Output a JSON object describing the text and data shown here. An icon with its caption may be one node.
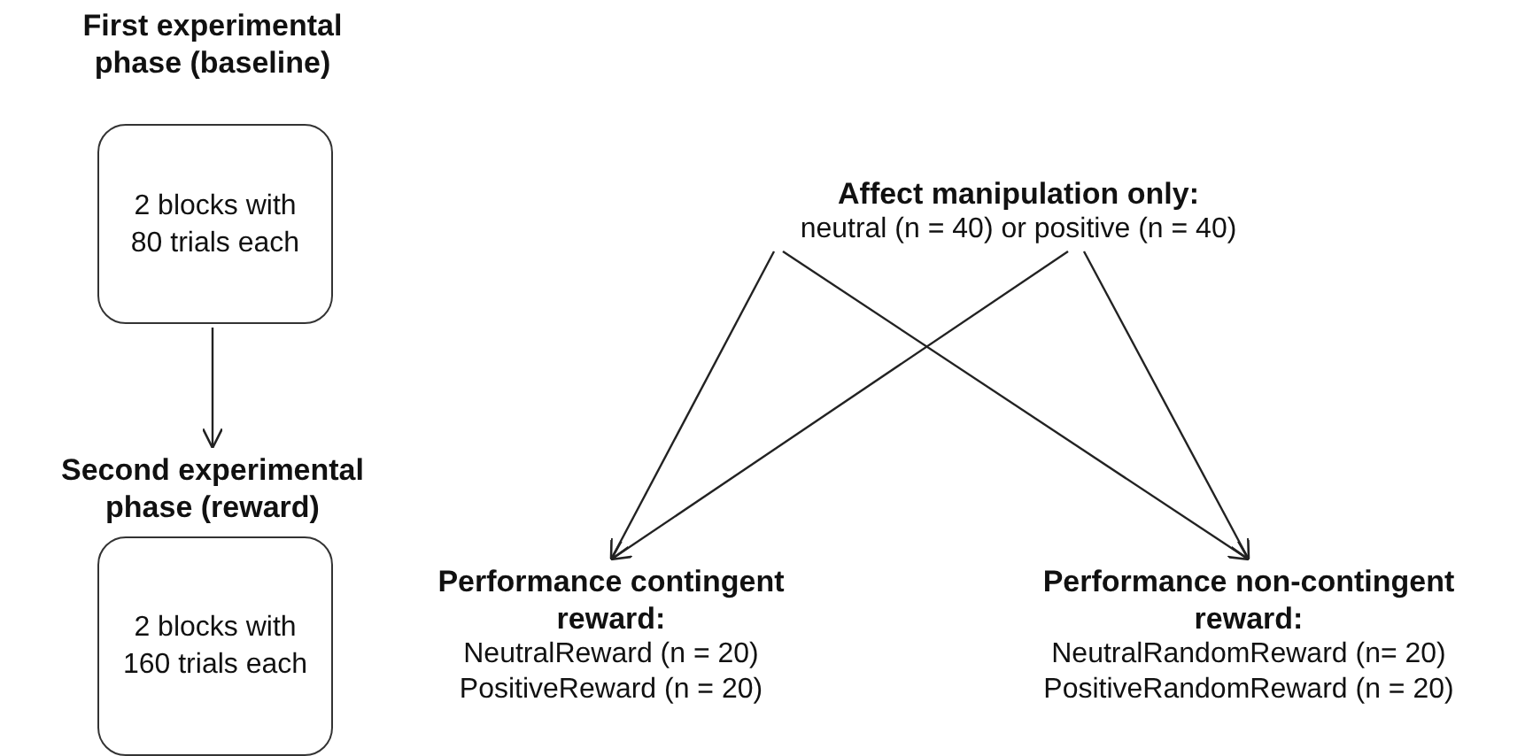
{
  "diagram": {
    "nodes": [
      {
        "text": [
          "First experimental phase (baseline)",
          "2 blocks with 80 trials each"
        ]
      },
      {
        "text": [
          "Second experimental phase (reward)",
          "2 blocks with 160 trials each"
        ]
      },
      {
        "text": [
          "Affect manipulation only:",
          "neutral (n = 40) or positive (n = 40)"
        ]
      },
      {
        "text": [
          "Performance contingent reward:",
          "NeutralReward (n = 20)",
          "PositiveReward (n = 20)"
        ]
      },
      {
        "text": [
          "Performance non-contingent reward:",
          "NeutralRandomReward (n= 20)",
          "PositiveRandomReward (n = 20)"
        ]
      }
    ],
    "edges": [
      {
        "from": 0,
        "to": 1,
        "arrow": "to"
      },
      {
        "from": 2,
        "to": 3,
        "arrow": "to"
      },
      {
        "from": 2,
        "to": 4,
        "arrow": "to"
      },
      {
        "from": 2,
        "to": 3,
        "arrow": "to"
      },
      {
        "from": 2,
        "to": 4,
        "arrow": "to"
      }
    ]
  }
}
